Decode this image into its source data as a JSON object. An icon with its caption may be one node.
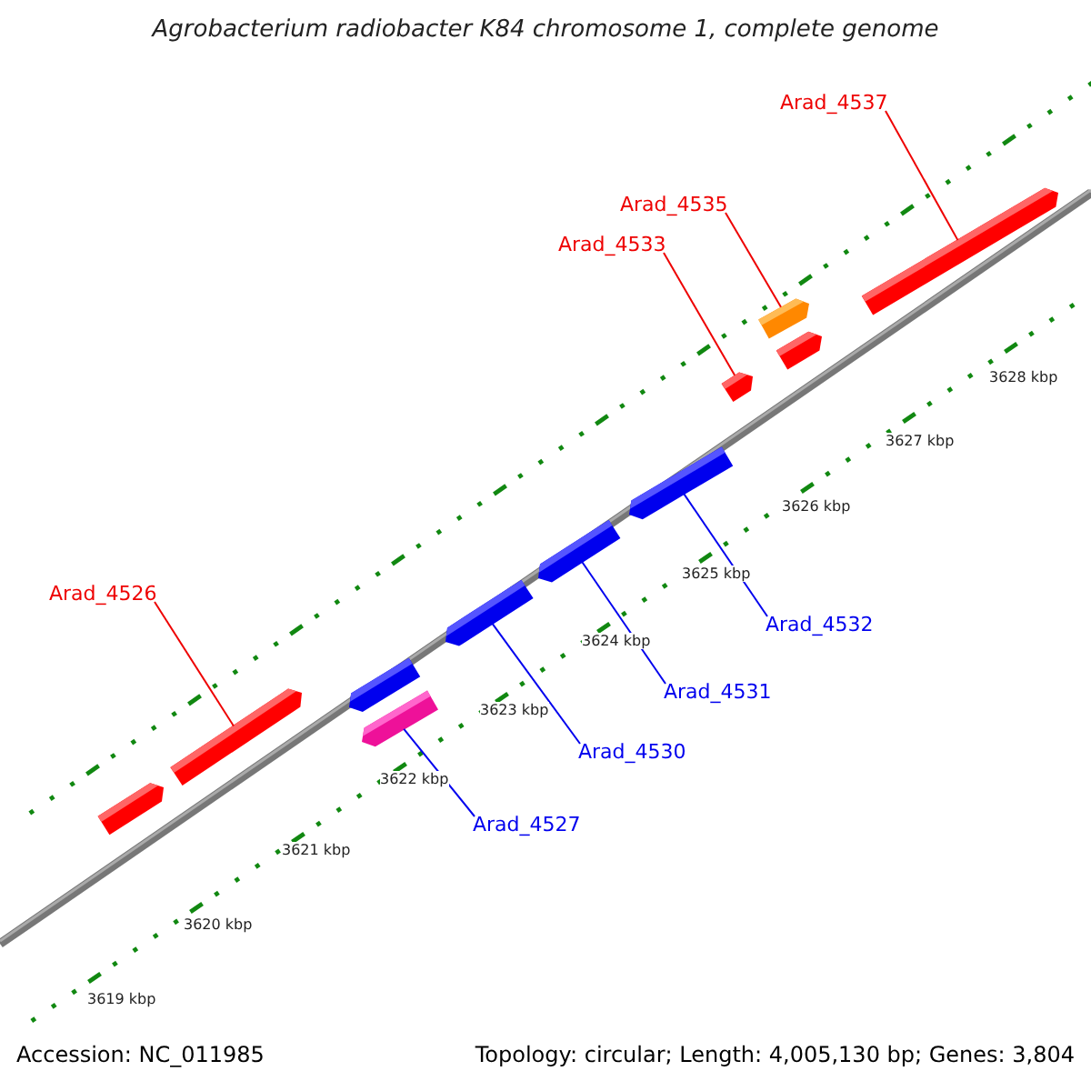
{
  "diagram": {
    "title": "Agrobacterium radiobacter K84 chromosome 1, complete genome",
    "nodes": [
      {
        "text": [
          "Arad_4537"
        ]
      },
      {
        "text": [
          "Arad_4535"
        ]
      },
      {
        "text": [
          "Arad_4533"
        ]
      },
      {
        "text": [
          "Arad_4526"
        ]
      },
      {
        "text": [
          "Arad_4532"
        ]
      },
      {
        "text": [
          "Arad_4531"
        ]
      },
      {
        "text": [
          "Arad_4530"
        ]
      },
      {
        "text": [
          "Arad_4527"
        ]
      },
      {
        "text": [],
        "shape": "arrow"
      },
      {
        "text": [],
        "shape": "arrow"
      },
      {
        "text": [],
        "shape": "arrow"
      },
      {
        "text": [],
        "shape": "arrow"
      },
      {
        "text": [],
        "shape": "arrow"
      },
      {
        "text": [],
        "shape": "arrow"
      },
      {
        "text": [],
        "shape": "arrow"
      },
      {
        "text": [],
        "shape": "arrow"
      },
      {
        "text": [],
        "shape": "arrow"
      },
      {
        "text": [],
        "shape": "arrow"
      },
      {
        "text": [],
        "shape": "arrow"
      }
    ],
    "edges": [
      {
        "from": 0,
        "to": 8,
        "arrow": "none"
      },
      {
        "from": 1,
        "to": 9,
        "arrow": "none"
      },
      {
        "from": 2,
        "to": 11,
        "arrow": "none"
      },
      {
        "from": 3,
        "to": 12,
        "arrow": "none"
      },
      {
        "from": 4,
        "to": 14,
        "arrow": "none",
        "color": "#0000ee"
      },
      {
        "from": 5,
        "to": 15,
        "arrow": "none",
        "color": "#0000ee"
      },
      {
        "from": 6,
        "to": 16,
        "arrow": "none",
        "color": "#0000ee"
      },
      {
        "from": 7,
        "to": 18,
        "arrow": "none",
        "color": "#0000ee"
      }
    ],
    "labels": [
      "3628 kbp",
      "3627 kbp",
      "3626 kbp",
      "3625 kbp",
      "3624 kbp",
      "3623 kbp",
      "3622 kbp",
      "3621 kbp",
      "3620 kbp",
      "3619 kbp",
      "Accession: NC_011985",
      "Topology: circular; Length: 4,005,130 bp; Genes: 3,804"
    ]
  }
}
